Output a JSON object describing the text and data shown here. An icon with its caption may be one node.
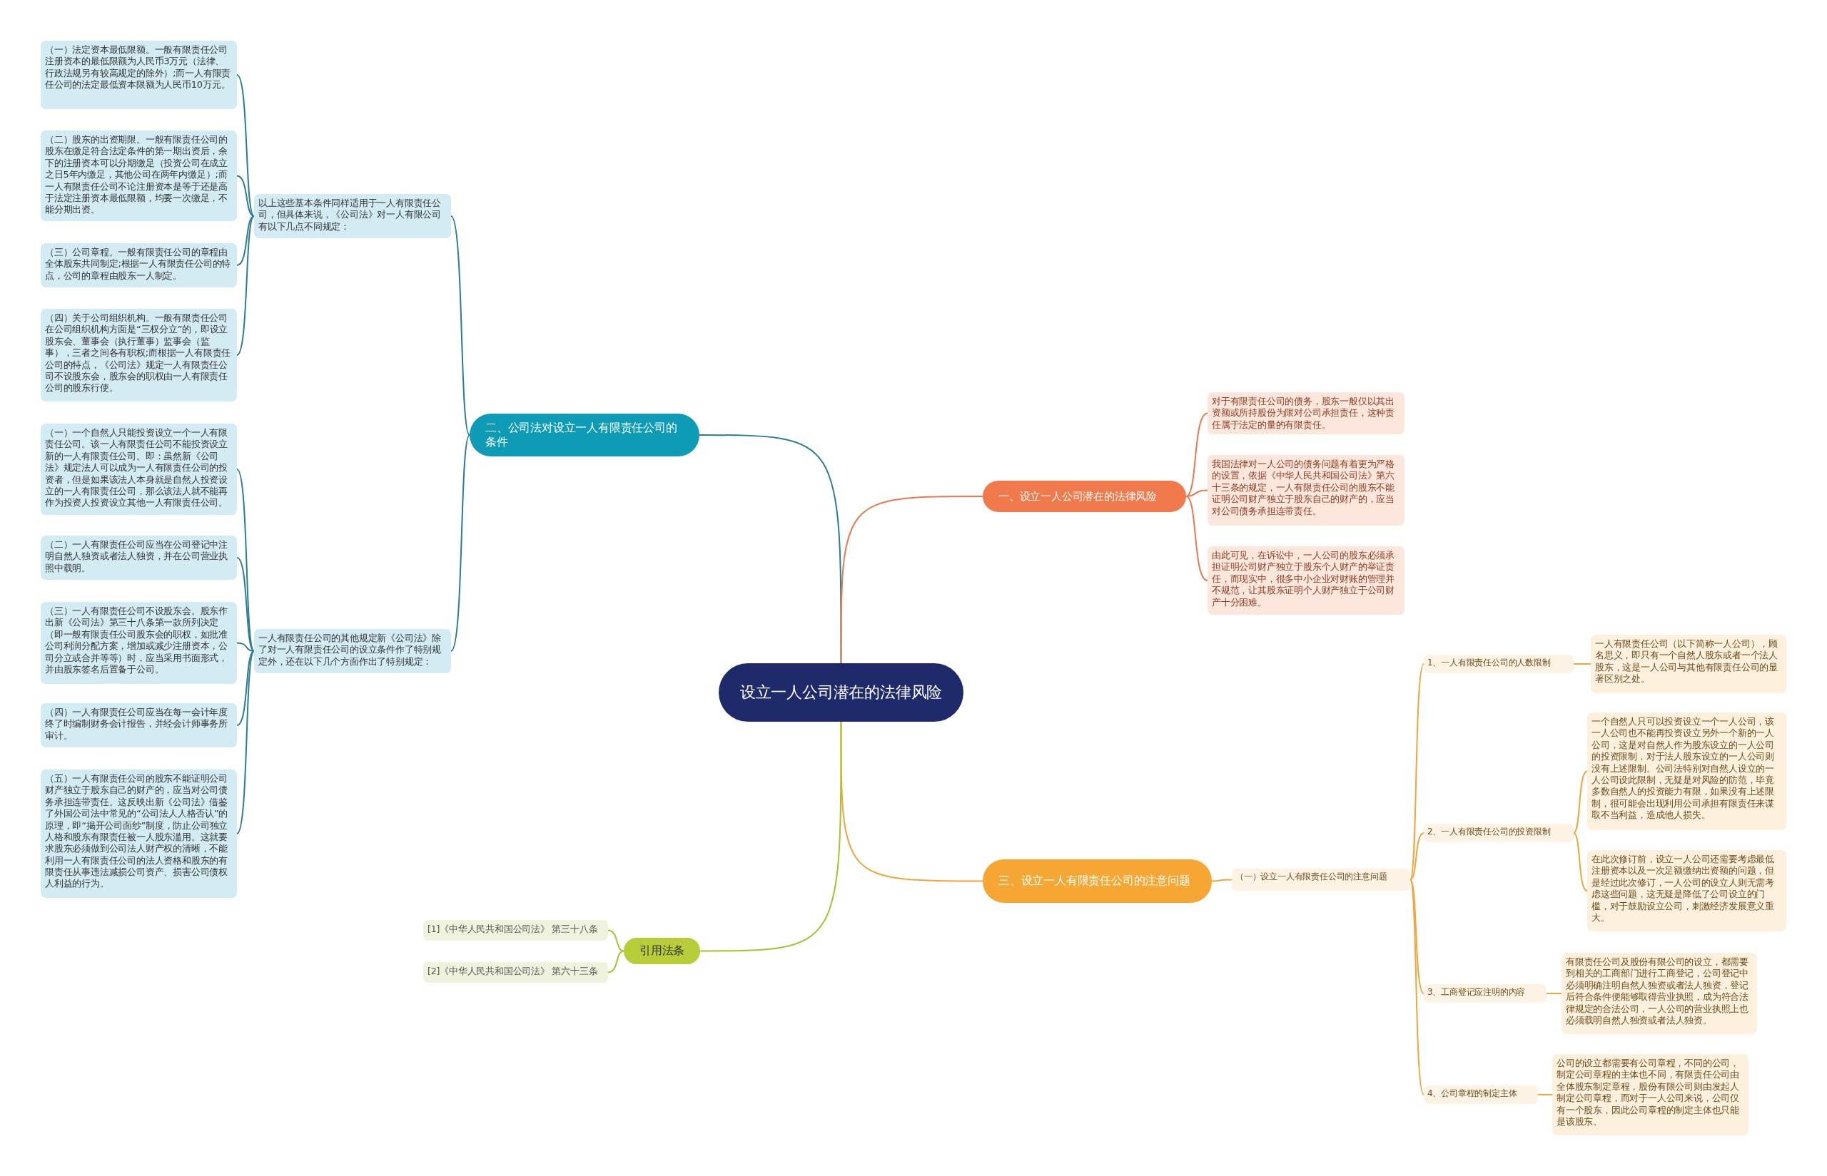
{
  "diagram": {
    "nodes": [
      {
        "text": [
          "设立一人公司潜在的法律风险"
        ]
      },
      {
        "text": [
          "二、公司法对设立一人有限责任公司的条件"
        ]
      },
      {
        "text": [
          "以上这些基本条件同样适用于一人有限责任公司，但具体来说，《公司法》对一人有限公司有以下几点不同规定："
        ]
      },
      {
        "text": [
          "（一）法定资本最低限额。一般有限责任公司注册资本的最低限额为人民币3万元（法律、行政法规另有较高规定的除外）;而一人有限责任公司的法定最低资本限额为人民币10万元。"
        ]
      },
      {
        "text": [
          "（二）股东的出资期限。一般有限责任公司的股东在缴足符合法定条件的第一期出资后，余下的注册资本可以分期缴足（投资公司在成立之日5年内缴足，其他公司在两年内缴足）;而一人有限责任公司不论注册资本是等于还是高于法定注册资本最低限额，均要一次缴足，不能分期出资。"
        ]
      },
      {
        "text": [
          "（三）公司章程。一般有限责任公司的章程由全体股东共同制定;根据一人有限责任公司的特点，公司的章程由股东一人制定。"
        ]
      },
      {
        "text": [
          "（四）关于公司组织机构。一般有限责任公司在公司组织机构方面是“三权分立”的，即设立股东会、董事会（执行董事）监事会（监事），三者之间各有职权;而根据一人有限责任公司的特点，《公司法》规定一人有限责任公司不设股东会，股东会的职权由一人有限责任公司的股东行使。"
        ]
      },
      {
        "text": [
          "一人有限责任公司的其他规定新《公司法》除了对一人有限责任公司的设立条件作了特别规定外，还在以下几个方面作出了特别规定："
        ]
      },
      {
        "text": [
          "（一）一个自然人只能投资设立一个一人有限责任公司。该一人有限责任公司不能投资设立新的一人有限责任公司。即：虽然新《公司法》规定法人可以成为一人有限责任公司的投资者，但是如果该法人本身就是自然人投资设立的一人有限责任公司，那么该法人就不能再作为投资人投资设立其他一人有限责任公司。"
        ]
      },
      {
        "text": [
          "（二）一人有限责任公司应当在公司登记中注明自然人独资或者法人独资，并在公司营业执照中载明。"
        ]
      },
      {
        "text": [
          "（三）一人有限责任公司不设股东会。股东作出新《公司法》第三十八条第一款所列决定（即一般有限责任公司股东会的职权，如批准公司利润分配方案，增加或减少注册资本，公司分立或合并等等）时，应当采用书面形式，并由股东签名后置备于公司。"
        ]
      },
      {
        "text": [
          "（四）一人有限责任公司应当在每一会计年度终了时编制财务会计报告，并经会计师事务所审计。"
        ]
      },
      {
        "text": [
          "（五）一人有限责任公司的股东不能证明公司财产独立于股东自己的财产的，应当对公司债务承担连带责任。这反映出新《公司法》借鉴了外国公司法中常见的“公司法人人格否认”的原理，即“揭开公司面纱”制度，防止公司独立人格和股东有限责任被一人股东滥用。这就要求股东必须做到公司法人财产权的清晰，不能利用一人有限责任公司的法人资格和股东的有限责任从事违法减损公司资产、损害公司债权人利益的行为。"
        ]
      },
      {
        "text": [
          "一、设立一人公司潜在的法律风险"
        ]
      },
      {
        "text": [
          "对于有限责任公司的债务，股东一般仅以其出资额或所持股份为限对公司承担责任，这种责任属于法定的量的有限责任。"
        ]
      },
      {
        "text": [
          "我国法律对一人公司的债务问题有着更为严格的设置，依据《中华人民共和国公司法》第六十三条的规定，一人有限责任公司的股东不能证明公司财产独立于股东自己的财产的，应当对公司债务承担连带责任。"
        ]
      },
      {
        "text": [
          "由此可见，在诉讼中，一人公司的股东必须承担证明公司财产独立于股东个人财产的举证责任，而现实中，很多中小企业对财账的管理并不规范，让其股东证明个人财产独立于公司财产十分困难。"
        ]
      },
      {
        "text": [
          "三、设立一人有限责任公司的注意问题"
        ]
      },
      {
        "text": [
          "（一）设立一人有限责任公司的注意问题"
        ]
      },
      {
        "text": [
          "1、一人有限责任公司的人数限制"
        ]
      },
      {
        "text": [
          "一人有限责任公司（以下简称一人公司），顾名思义，即只有一个自然人股东或者一个法人股东，这是一人公司与其他有限责任公司的显著区别之处。"
        ]
      },
      {
        "text": [
          "2、一人有限责任公司的投资限制"
        ]
      },
      {
        "text": [
          "一个自然人只可以投资设立一个一人公司，该一人公司也不能再投资设立另外一个新的一人公司，这是对自然人作为股东设立的一人公司的投资限制，对于法人股东设立的一人公司则没有上述限制。公司法特别对自然人设立的一人公司设此限制，无疑是对风险的防范，毕竟多数自然人的投资能力有限，如果没有上述限制，很可能会出现利用公司承担有限责任来谋取不当利益，造成他人损失。"
        ]
      },
      {
        "text": [
          "在此次修订前，设立一人公司还需要考虑最低注册资本以及一次足额缴纳出资额的问题，但是经过此次修订，一人公司的设立人则无需考虑这些问题，这无疑是降低了公司设立的门槛，对于鼓励设立公司，刺激经济发展意义重大。"
        ]
      },
      {
        "text": [
          "3、工商登记应注明的内容"
        ]
      },
      {
        "text": [
          "有限责任公司及股份有限公司的设立，都需要到相关的工商部门进行工商登记，公司登记中必须明确注明自然人独资或者法人独资，登记后符合条件便能够取得营业执照，成为符合法律规定的合法公司，一人公司的营业执照上也必须载明自然人独资或者法人独资。"
        ]
      },
      {
        "text": [
          "4、公司章程的制定主体"
        ]
      },
      {
        "text": [
          "公司的设立都需要有公司章程，不同的公司，制定公司章程的主体也不同，有限责任公司由全体股东制定章程，股份有限公司则由发起人制定公司章程，而对于一人公司来说，公司仅有一个股东，因此公司章程的制定主体也只能是该股东。"
        ]
      },
      {
        "text": [
          "引用法条"
        ]
      },
      {
        "text": [
          "[1]《中华人民共和国公司法》 第三十八条"
        ]
      },
      {
        "text": [
          "[2]《中华人民共和国公司法》 第六十三条"
        ]
      }
    ],
    "edges": [
      {
        "from": 0,
        "to": 1,
        "arrow": "none"
      },
      {
        "from": 1,
        "to": 2,
        "arrow": "none"
      },
      {
        "from": 2,
        "to": 3,
        "arrow": "none"
      },
      {
        "from": 2,
        "to": 4,
        "arrow": "none"
      },
      {
        "from": 2,
        "to": 5,
        "arrow": "none"
      },
      {
        "from": 2,
        "to": 6,
        "arrow": "none"
      },
      {
        "from": 1,
        "to": 7,
        "arrow": "none"
      },
      {
        "from": 7,
        "to": 8,
        "arrow": "none"
      },
      {
        "from": 7,
        "to": 9,
        "arrow": "none"
      },
      {
        "from": 7,
        "to": 10,
        "arrow": "none"
      },
      {
        "from": 7,
        "to": 11,
        "arrow": "none"
      },
      {
        "from": 7,
        "to": 12,
        "arrow": "none"
      },
      {
        "from": 0,
        "to": 13,
        "arrow": "none",
        "color": "#e8794f"
      },
      {
        "from": 13,
        "to": 14,
        "arrow": "none",
        "color": "#e8794f"
      },
      {
        "from": 13,
        "to": 15,
        "arrow": "none",
        "color": "#e8794f"
      },
      {
        "from": 13,
        "to": 16,
        "arrow": "none",
        "color": "#e8794f"
      },
      {
        "from": 0,
        "to": 17,
        "arrow": "none",
        "color": "#f2a53a"
      },
      {
        "from": 17,
        "to": 18,
        "arrow": "none",
        "color": "#f2a53a"
      },
      {
        "from": 18,
        "to": 19,
        "arrow": "none",
        "color": "#f2a53a"
      },
      {
        "from": 19,
        "to": 20,
        "arrow": "none",
        "color": "#f2a53a"
      },
      {
        "from": 18,
        "to": 21,
        "arrow": "none",
        "color": "#f2a53a"
      },
      {
        "from": 21,
        "to": 22,
        "arrow": "none",
        "color": "#f2a53a"
      },
      {
        "from": 21,
        "to": 23,
        "arrow": "none",
        "color": "#f2a53a"
      },
      {
        "from": 18,
        "to": 24,
        "arrow": "none",
        "color": "#f2a53a"
      },
      {
        "from": 24,
        "to": 25,
        "arrow": "none",
        "color": "#f2a53a"
      },
      {
        "from": 18,
        "to": 26,
        "arrow": "none",
        "color": "#f2a53a"
      },
      {
        "from": 26,
        "to": 27,
        "arrow": "none",
        "color": "#f2a53a"
      },
      {
        "from": 0,
        "to": 28,
        "arrow": "none",
        "color": "#a9bf2c"
      },
      {
        "from": 28,
        "to": 29,
        "arrow": "none",
        "color": "#a9bf2c"
      },
      {
        "from": 28,
        "to": 30,
        "arrow": "none",
        "color": "#a9bf2c"
      }
    ]
  }
}
